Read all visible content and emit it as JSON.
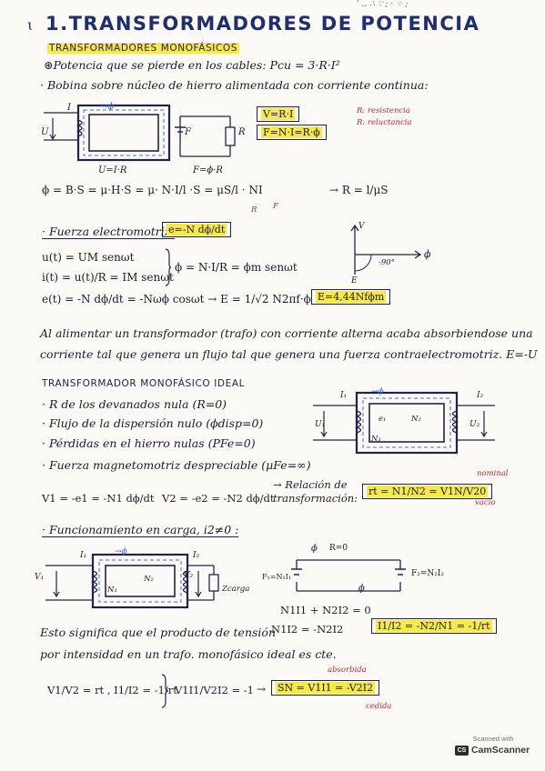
{
  "header": {
    "top_scribble": "ʹ   ‥  ∴  ∵  ;  ·  ⁘  ;",
    "bullet": "ɩ",
    "title": "1.TRANSFORMADORES DE POTENCIA"
  },
  "section1": {
    "subheading": "TRANSFORMADORES MONOFÁSICOS",
    "power_loss": "⊛Potencia que se pierde en los cables: Pcu = 3·R·I²",
    "coil_dc": "· Bobina sobre núcleo de hierro alimentada con corriente continua:",
    "fig_labels": {
      "I": "I",
      "phi": "→ϕ",
      "U": "U",
      "F": "F",
      "R": "R",
      "eq_left": "U=I·R",
      "eq_right": "F=ϕ·R"
    },
    "boxed_eq1": "V=R·I",
    "boxed_eq2": "F=N·I=R·ϕ",
    "note_r": "R: resistencia",
    "note_rel": "R: reluctancia",
    "flux_eq": "ϕ = B·S = μ·H·S = μ· N·I/l ·S = μS/l · NI",
    "reluct_eq": "→ R = l/μS",
    "under_r": "R",
    "under_f": "F"
  },
  "emf": {
    "heading": "· Fuerza electromotriz:",
    "emf_def": "e=-N dϕ/dt",
    "u_t": "u(t) = UM senωt",
    "i_t": "i(t) = u(t)/R = IM senωt",
    "phi_t": "ϕ = N·I/R = ϕm senωt",
    "e_t": "e(t) = -N dϕ/dt = -Nωϕ cosωt → E = 1/√2 N2πf·ϕ",
    "e_box": "E=4,44Nfϕm",
    "phasor": {
      "V": "V",
      "phi": "ϕ",
      "angle": "-90°",
      "E": "E"
    },
    "ac_text_1": "Al alimentar un transformador (trafo) con corriente alterna acaba absorbiendose una",
    "ac_text_2": "corriente tal que genera un flujo tal que genera una fuerza contraelectromotriz. E=-U"
  },
  "ideal": {
    "subheading": "TRANSFORMADOR MONOFÁSICO IDEAL",
    "items": [
      "· R de los devanados nula (R=0)",
      "· Flujo de la dispersión nulo (ϕdisp=0)",
      "· Pérdidas en el hierro nulas (PFe=0)",
      "· Fuerza magnetomotriz despreciable (μFe=∞)"
    ],
    "fig_labels": {
      "I1": "I₁",
      "phi": "→ϕ",
      "I2": "I₂",
      "U1": "U₁",
      "e1": "e₁",
      "N2": "N₂",
      "U2": "U₂",
      "N1": "N₁"
    },
    "v1_eq": "V1 = -e1 = -N1 dϕ/dt",
    "v2_eq": "V2 = -e2 = -N2 dϕ/dt",
    "relation_label": "→ Relación de transformación:",
    "relation_box": "rt = N1/N2 = V1N/V20",
    "note_nominal": "nominal",
    "note_vacio": "vacío"
  },
  "load": {
    "heading": "· Funcionamiento en carga, i2≠0 :",
    "fig_labels": {
      "I1": "I₁",
      "phi": "→ϕ",
      "I2": "I₂",
      "V1": "V₁",
      "N1": "N₁",
      "N2": "N₂",
      "V2": "V₂",
      "zcarga": "Zcarga"
    },
    "mag_labels": {
      "phi_top": "ϕ",
      "r0": "R=0",
      "f1": "F₁=N₁I₁",
      "f2": "F₂=N₂I₂",
      "phi_bot": "ϕ"
    },
    "mmf_eq": "N1I1 + N2I2 = 0",
    "mmf_eq2": "N1I2 = -N2I2",
    "current_box": "I1/I2 = -N2/N1 = -1/rt",
    "meaning_1": "Esto significa que el producto de tensión",
    "meaning_2": "por intensidad en un trafo. monofásico ideal es cte.",
    "ratio_eqs": "V1/V2 = rt ,  I1/I2 = -1/rt",
    "product_eq": "V1I1/V2I2 = -1",
    "sn_box": "SN = V1I1 = -V2I2",
    "note_absorbida": "absorbida",
    "note_cedida": "cedida"
  },
  "stamp": {
    "scanned": "Scanned with",
    "brand": "CamScanner",
    "logo_text": "CS"
  }
}
